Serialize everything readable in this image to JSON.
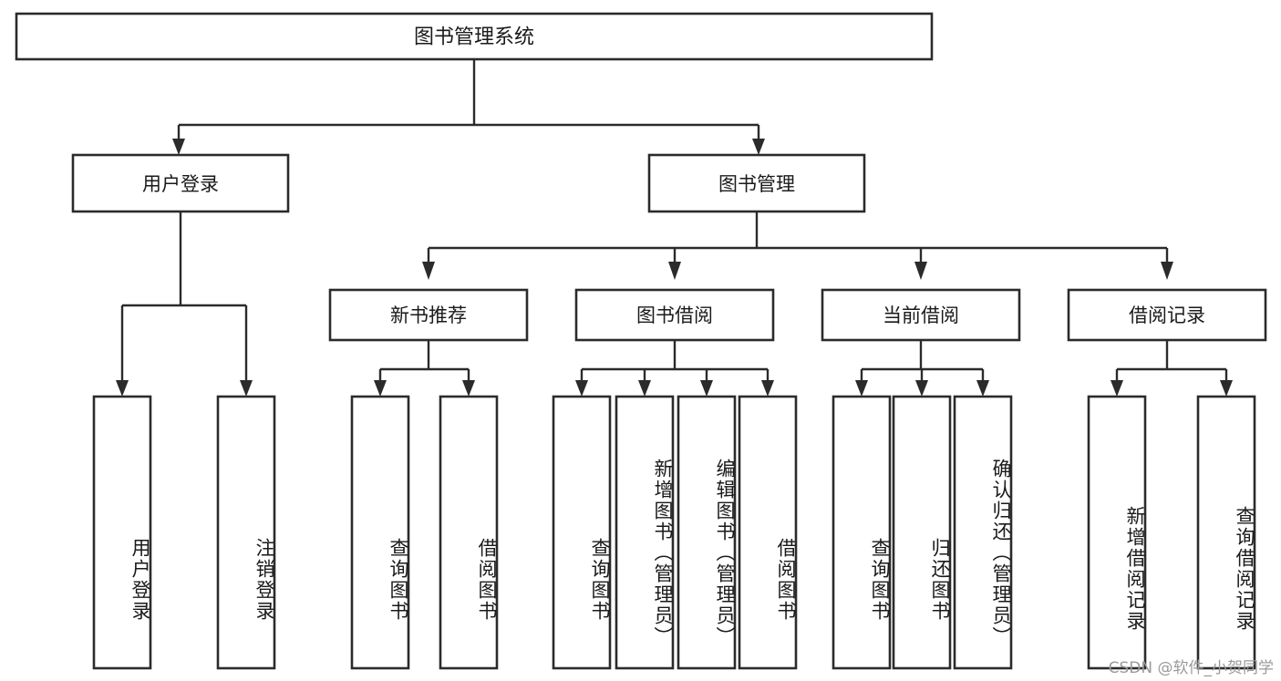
{
  "diagram": {
    "type": "tree-hierarchy",
    "title": "图书管理系统",
    "root": {
      "label": "图书管理系统"
    },
    "level2": [
      {
        "label": "用户登录"
      },
      {
        "label": "图书管理"
      }
    ],
    "level3": [
      {
        "label": "新书推荐"
      },
      {
        "label": "图书借阅"
      },
      {
        "label": "当前借阅"
      },
      {
        "label": "借阅记录"
      }
    ],
    "leaves": {
      "user_login": [
        {
          "label": "用户登录"
        },
        {
          "label": "注销登录"
        }
      ],
      "new_book_recommend": [
        {
          "label": "查询图书"
        },
        {
          "label": "借阅图书"
        }
      ],
      "book_borrow": [
        {
          "label": "查询图书"
        },
        {
          "label": "新增图书（管理员）"
        },
        {
          "label": "编辑图书（管理员）"
        },
        {
          "label": "借阅图书"
        }
      ],
      "current_borrow": [
        {
          "label": "查询图书"
        },
        {
          "label": "归还图书"
        },
        {
          "label": "确认归还（管理员）"
        }
      ],
      "borrow_record": [
        {
          "label": "新增借阅记录"
        },
        {
          "label": "查询借阅记录"
        }
      ]
    }
  },
  "watermark": {
    "text": "CSDN @软件_小贺同学"
  },
  "colors": {
    "background": "#ffffff",
    "stroke": "#2b2b2b",
    "text": "#1a1a1a",
    "watermark": "#9a9a9a"
  }
}
